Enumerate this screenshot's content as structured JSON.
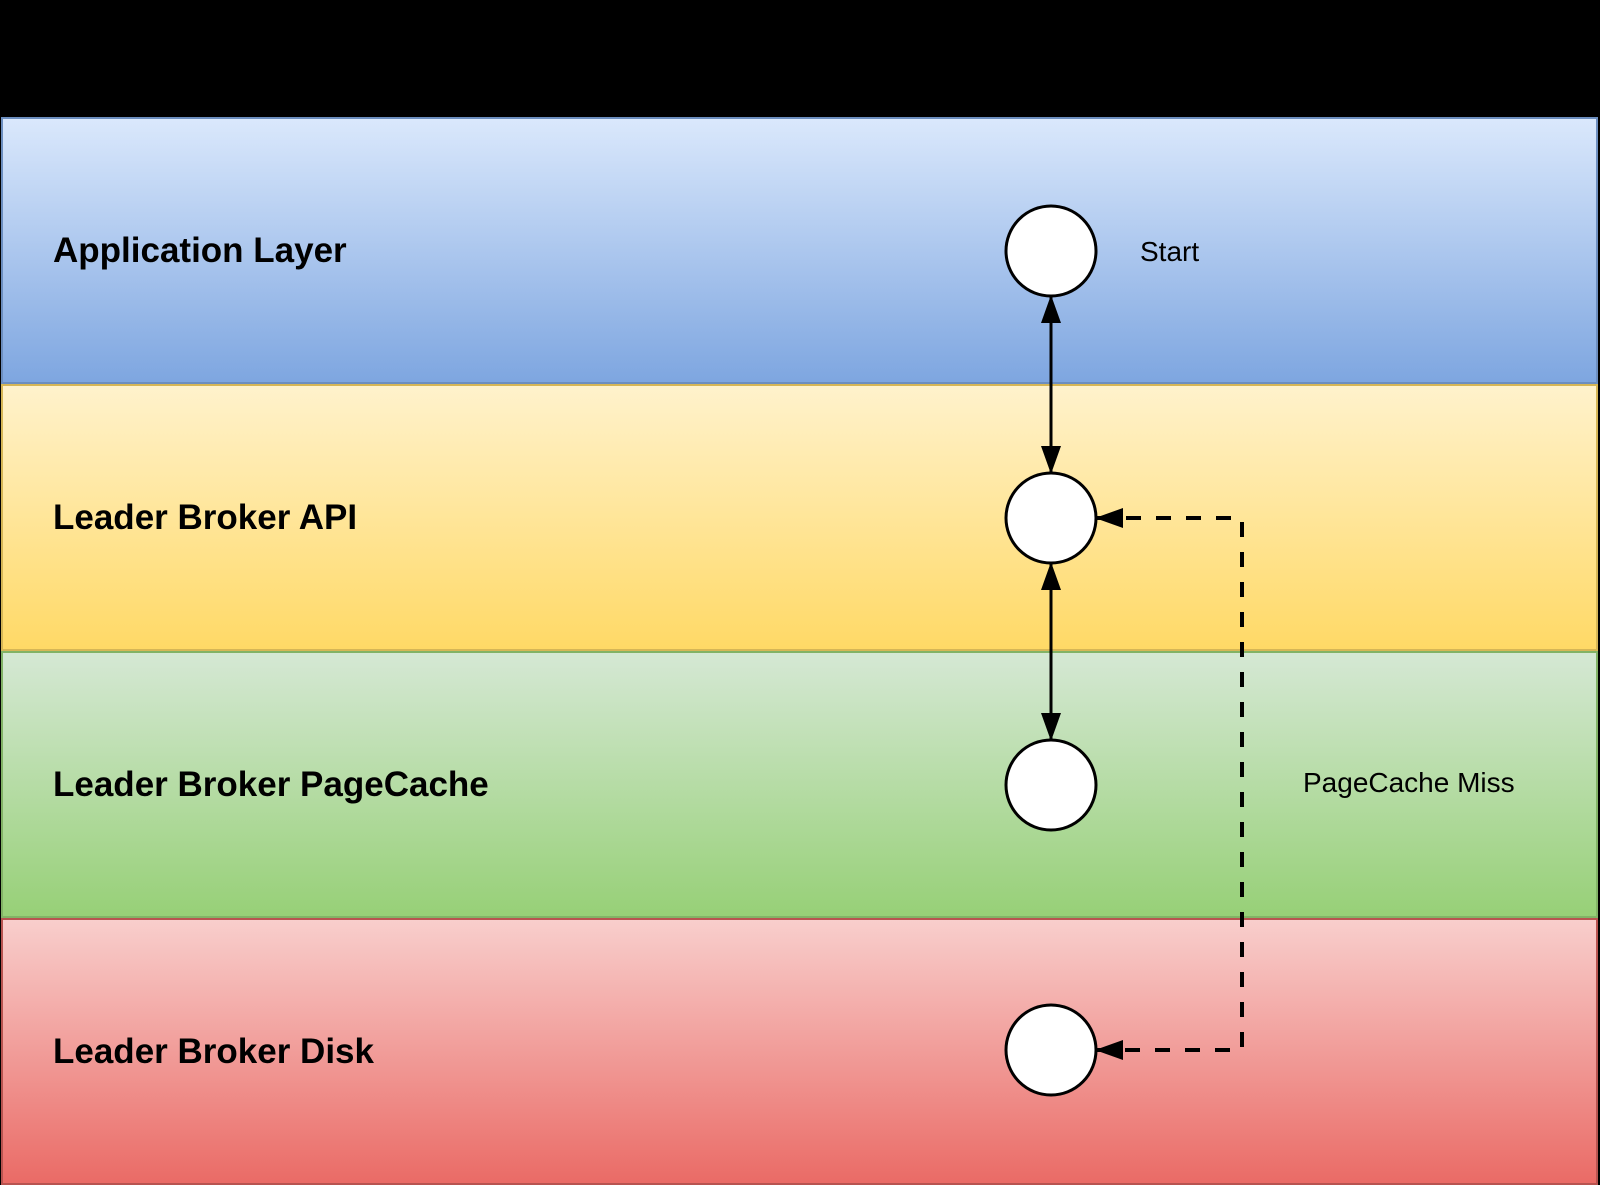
{
  "bands": [
    {
      "label": "Application Layer",
      "fill_top": "#dae8fc",
      "fill_bottom": "#7ea6e0",
      "stroke": "#6c8ebf"
    },
    {
      "label": "Leader Broker API",
      "fill_top": "#fff2cc",
      "fill_bottom": "#ffd966",
      "stroke": "#d6b656"
    },
    {
      "label": "Leader Broker PageCache",
      "fill_top": "#d5e8d4",
      "fill_bottom": "#97d077",
      "stroke": "#82b366"
    },
    {
      "label": "Leader Broker Disk",
      "fill_top": "#f8cecc",
      "fill_bottom": "#ea6b66",
      "stroke": "#b85450"
    }
  ],
  "annotations": {
    "start": "Start",
    "pagecache_miss": "PageCache Miss"
  },
  "nodes": [
    {
      "id": "start",
      "layer": "Application Layer",
      "annotation": "Start"
    },
    {
      "id": "api",
      "layer": "Leader Broker API"
    },
    {
      "id": "pagecache",
      "layer": "Leader Broker PageCache"
    },
    {
      "id": "disk",
      "layer": "Leader Broker Disk"
    }
  ],
  "edges": [
    {
      "from": "start",
      "to": "api",
      "style": "solid",
      "arrows": "both"
    },
    {
      "from": "api",
      "to": "pagecache",
      "style": "solid",
      "arrows": "both"
    },
    {
      "from": "api",
      "to": "disk",
      "style": "dashed",
      "arrows": "both",
      "label": "PageCache Miss"
    }
  ],
  "colors": {
    "background": "#000000",
    "node_fill": "#ffffff",
    "node_stroke": "#000000",
    "edge": "#000000",
    "text": "#000000"
  }
}
